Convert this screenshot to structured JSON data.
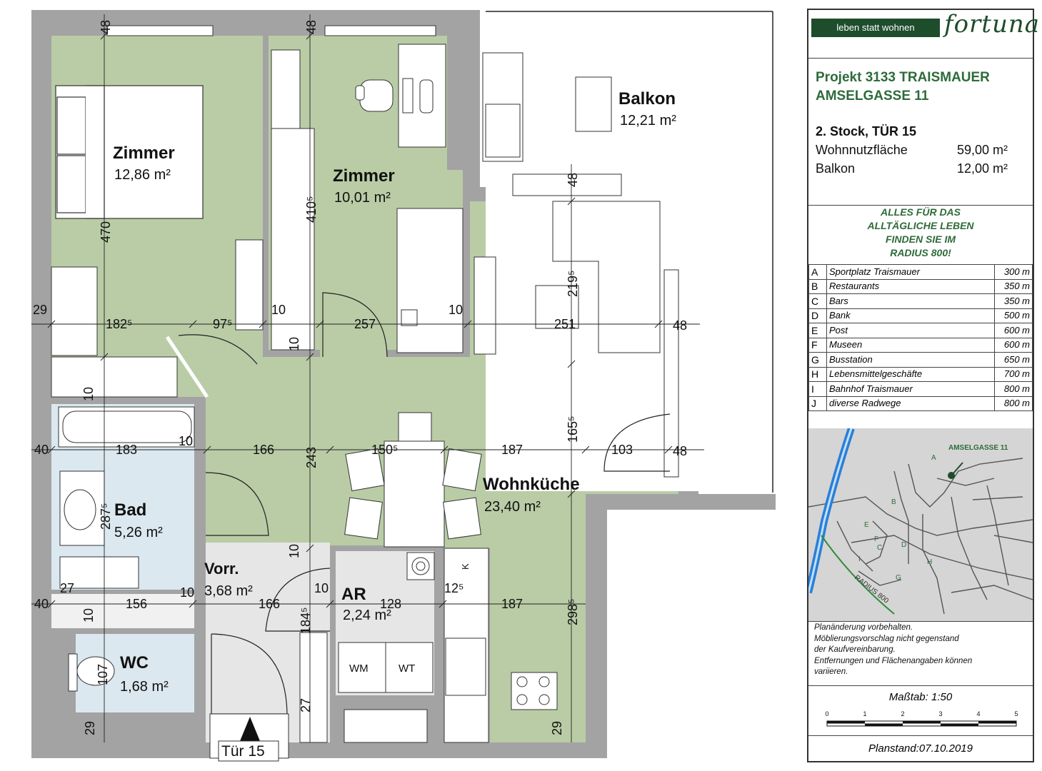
{
  "brand": {
    "tagline": "leben statt wohnen",
    "logo": "fortuna",
    "color": "#1e4d2b"
  },
  "project": {
    "line1": "Projekt 3133 TRAISMAUER",
    "line2": "AMSELGASSE 11"
  },
  "unit": {
    "floor": "2. Stock, TÜR 15",
    "area_label": "Wohnnutzfläche",
    "area_value": "59,00 m²",
    "balcony_label": "Balkon",
    "balcony_value": "12,00 m²"
  },
  "slogan": [
    "ALLES FÜR DAS",
    "ALLTÄGLICHE LEBEN",
    "FINDEN SIE IM",
    "RADIUS 800!"
  ],
  "distances": [
    {
      "letter": "A",
      "place": "Sportplatz Traismauer",
      "dist": "300 m"
    },
    {
      "letter": "B",
      "place": "Restaurants",
      "dist": "350 m"
    },
    {
      "letter": "C",
      "place": "Bars",
      "dist": "350 m"
    },
    {
      "letter": "D",
      "place": "Bank",
      "dist": "500 m"
    },
    {
      "letter": "E",
      "place": "Post",
      "dist": "600 m"
    },
    {
      "letter": "F",
      "place": "Museen",
      "dist": "600 m"
    },
    {
      "letter": "G",
      "place": "Busstation",
      "dist": "650 m"
    },
    {
      "letter": "H",
      "place": "Lebensmittelgeschäfte",
      "dist": "700 m"
    },
    {
      "letter": "I",
      "place": "Bahnhof Traismauer",
      "dist": "800 m"
    },
    {
      "letter": "J",
      "place": "diverse Radwege",
      "dist": "800 m"
    }
  ],
  "map": {
    "label": "AMSELGASSE 11",
    "radius_label": "RADIUS 800",
    "letters": [
      "A",
      "B",
      "C",
      "D",
      "E",
      "F",
      "G",
      "H",
      "I"
    ]
  },
  "notes": [
    "Planänderung vorbehalten.",
    "Möblierungsvorschlag nicht gegenstand",
    "der Kaufvereinbarung.",
    "Entfernungen und Flächenangaben können",
    "variieren."
  ],
  "scale": {
    "label": "Maßtab:   1:50",
    "ticks": [
      "0",
      "1",
      "2",
      "3",
      "4",
      "5"
    ]
  },
  "planstand": "Planstand:07.10.2019",
  "rooms": {
    "zimmer1": {
      "name": "Zimmer",
      "area": "12,86 m²"
    },
    "zimmer2": {
      "name": "Zimmer",
      "area": "10,01 m²"
    },
    "balkon": {
      "name": "Balkon",
      "area": "12,21 m²"
    },
    "wohnkueche": {
      "name": "Wohnküche",
      "area": "23,40 m²"
    },
    "bad": {
      "name": "Bad",
      "area": "5,26 m²"
    },
    "vorr": {
      "name": "Vorr.",
      "area": "3,68 m²"
    },
    "ar": {
      "name": "AR",
      "area": "2,24 m²"
    },
    "wc": {
      "name": "WC",
      "area": "1,68 m²"
    }
  },
  "door": "Tür 15",
  "appliances": {
    "wm": "WM",
    "wt": "WT",
    "k": "K"
  },
  "dims": {
    "d48a": "48",
    "d48b": "48",
    "d48c": "48",
    "d48d": "48",
    "d48e": "48",
    "d470": "470",
    "d4105": "410⁵",
    "d2195": "219⁵",
    "d29a": "29",
    "d1825": "182⁵",
    "d975": "97⁵",
    "d10a": "10",
    "d257": "257",
    "d10b": "10",
    "d251": "251",
    "d10c": "10",
    "d10d": "10",
    "d40a": "40",
    "d183": "183",
    "d10e": "10",
    "d166a": "166",
    "d1505": "150⁵",
    "d187a": "187",
    "d1655": "165⁵",
    "d103": "103",
    "d243": "243",
    "d2875": "287⁵",
    "d10f": "10",
    "d27a": "27",
    "d10g": "10",
    "d40b": "40",
    "d156": "156",
    "d166b": "166",
    "d10h": "10",
    "d128": "128",
    "d125": "12⁵",
    "d187b": "187",
    "d2985": "298⁵",
    "d10i": "10",
    "d1845": "184⁵",
    "d107": "107",
    "d27b": "27",
    "d29b": "29",
    "d29c": "29"
  },
  "colors": {
    "green": "#b9cca6",
    "blue": "#dbe8ef",
    "grey": "#e6e6e6",
    "wall": "#a3a3a3",
    "brand_text": "#2e6b3a"
  }
}
